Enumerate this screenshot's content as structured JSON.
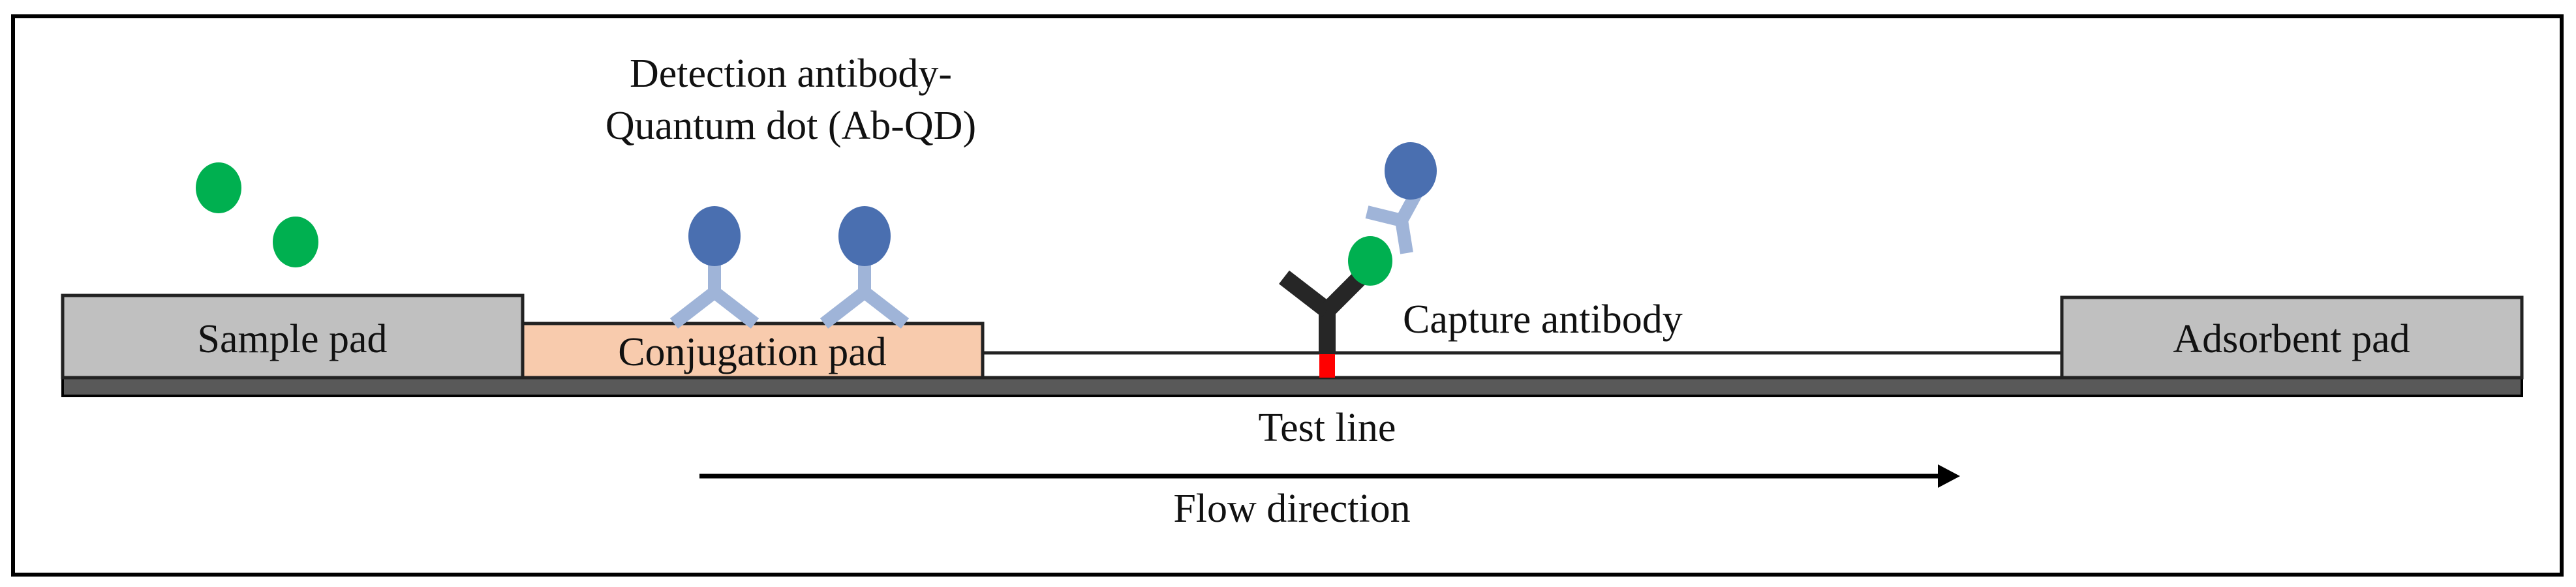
{
  "diagram": {
    "type": "lateral-flow-assay-schematic",
    "labels": {
      "detection_line1": "Detection antibody-",
      "detection_line2": "Quantum dot (Ab-QD)",
      "sample_pad": "Sample pad",
      "conjugation_pad": "Conjugation pad",
      "capture_antibody": "Capture antibody",
      "adsorbent_pad": "Adsorbent pad",
      "test_line": "Test line",
      "flow_direction": "Flow direction"
    },
    "colors": {
      "pad_gray": "#c0c0c0",
      "conjugation_pad": "#f8cbad",
      "backing": "#595959",
      "test_line": "#ff0000",
      "analyte": "#00b050",
      "quantum_dot": "#4a6fb0",
      "detection_antibody": "#9fb4d8",
      "capture_antibody": "#262626"
    }
  }
}
